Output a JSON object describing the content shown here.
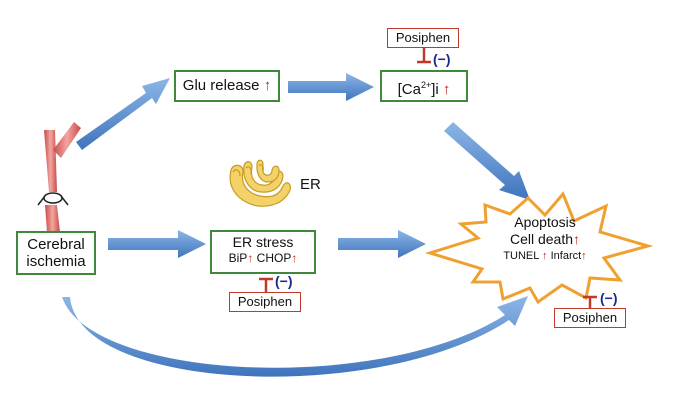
{
  "nodes": {
    "cerebral_ischemia": {
      "line1": "Cerebral",
      "line2": "ischemia"
    },
    "glu_release": {
      "label": "Glu release",
      "up": "↑"
    },
    "calcium": {
      "pre": "[Ca",
      "sup": "2+",
      "post": "]i",
      "up": "↑"
    },
    "er_stress": {
      "title": "ER stress",
      "bip": "BiP",
      "chop": "CHOP",
      "up": "↑"
    },
    "er_organelle": {
      "label": "ER"
    },
    "outcome": {
      "line1": "Apoptosis",
      "line2": "Cell death",
      "tunel": "TUNEL",
      "infarct": "Infarct",
      "up": "↑"
    }
  },
  "inhibitors": [
    {
      "id": "ca",
      "label": "Posiphen",
      "effect": "(−)"
    },
    {
      "id": "er",
      "label": "Posiphen",
      "effect": "(−)"
    },
    {
      "id": "outcome",
      "label": "Posiphen",
      "effect": "(−)"
    }
  ],
  "colors": {
    "box_border": "#3f8a3a",
    "arrow": "#5b8fcf",
    "inhibitor": "#c0392b",
    "up_arrow": "#c0281d",
    "burst_outline": "#f0a030",
    "vessel": "#e07070",
    "er_fill": "#f3d26a"
  },
  "icons": [
    "blood-vessel-icon",
    "ligature-icon",
    "er-organelle-icon"
  ]
}
